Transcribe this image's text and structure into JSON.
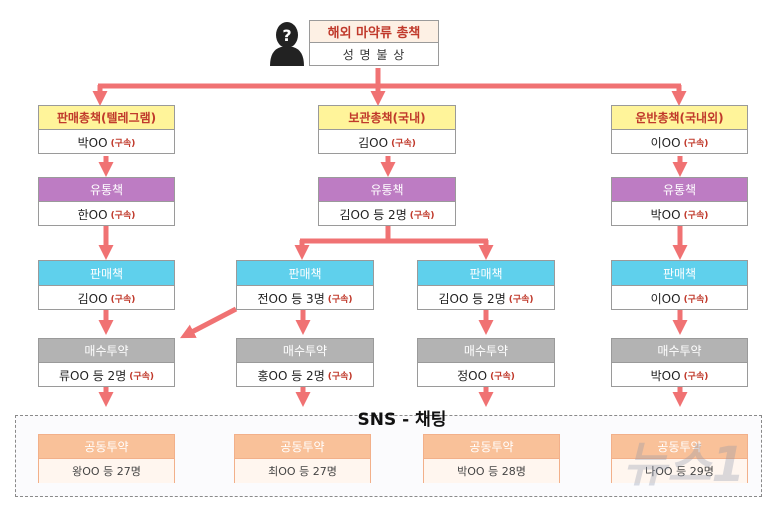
{
  "top": {
    "title": "해외 마약류 총책",
    "subtitle": "성 명 불 상"
  },
  "columns": [
    {
      "boss": {
        "title": "판매총책(텔레그램)",
        "name": "박OO",
        "tag": "(구속)"
      },
      "distributor": {
        "title": "유통책",
        "name": "한OO",
        "tag": "(구속)"
      },
      "seller": {
        "title": "판매책",
        "name": "김OO",
        "tag": "(구속)"
      },
      "buyer": {
        "title": "매수투약",
        "name": "류OO 등 2명",
        "tag": "(구속)"
      },
      "joint": {
        "title": "공동투약",
        "name": "왕OO 등 27명"
      }
    },
    {
      "boss": {
        "title": "보관총책(국내)",
        "name": "김OO",
        "tag": "(구속)"
      },
      "distributor": {
        "title": "유통책",
        "name": "김OO 등 2명",
        "tag": "(구속)"
      },
      "seller": {
        "title": "판매책",
        "name": "전OO 등 3명",
        "tag": "(구속)"
      },
      "buyer": {
        "title": "매수투약",
        "name": "홍OO 등 2명",
        "tag": "(구속)"
      },
      "joint": {
        "title": "공동투약",
        "name": "최OO 등 27명"
      }
    },
    {
      "seller": {
        "title": "판매책",
        "name": "김OO 등 2명",
        "tag": "(구속)"
      },
      "buyer": {
        "title": "매수투약",
        "name": "정OO",
        "tag": "(구속)"
      },
      "joint": {
        "title": "공동투약",
        "name": "박OO 등 28명"
      }
    },
    {
      "boss": {
        "title": "운반총책(국내외)",
        "name": "이OO",
        "tag": "(구속)"
      },
      "distributor": {
        "title": "유통책",
        "name": "박OO",
        "tag": "(구속)"
      },
      "seller": {
        "title": "판매책",
        "name": "이OO",
        "tag": "(구속)"
      },
      "buyer": {
        "title": "매수투약",
        "name": "박OO",
        "tag": "(구속)"
      },
      "joint": {
        "title": "공동투약",
        "name": "나OO 등 29명"
      }
    }
  ],
  "sns": {
    "title": "SNS - 채팅"
  },
  "watermark": {
    "text": "뉴스1"
  },
  "colors": {
    "arrow": "#f07273",
    "yellow": "#fff49a",
    "purple": "#bd7cc3",
    "cyan": "#5fd0ec",
    "gray": "#b3b3b3",
    "salmon": "#f9c199",
    "tag": "#c0392b"
  },
  "icons": {
    "unknown_person": "unknown-person-icon"
  }
}
